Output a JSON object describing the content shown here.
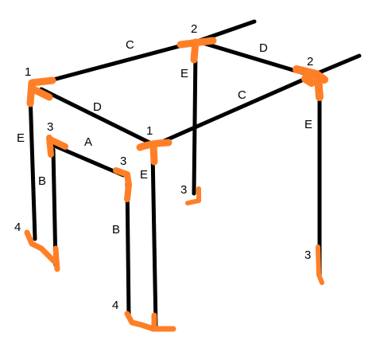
{
  "colors": {
    "pipe": "#000000",
    "fitting": "#ff7f27",
    "background": "#ffffff"
  },
  "labels": {
    "node_front_corner": "1",
    "node_left_corner": "1",
    "node_back_top": "2",
    "node_right_corner": "2",
    "node_inner_left": "3",
    "node_inner_mid": "3",
    "node_back_leg_end": "3",
    "node_right_leg_end": "3",
    "node_left_foot": "4",
    "node_front_foot": "4",
    "edge_top_back": "C",
    "edge_top_right": "D",
    "edge_top_left": "D",
    "edge_front_top": "C",
    "edge_inner_beam": "A",
    "edge_back_leg": "E",
    "edge_right_leg": "E",
    "edge_left_leg": "E",
    "edge_front_leg": "E",
    "edge_inner_left_leg": "B",
    "edge_inner_mid_leg": "B"
  }
}
